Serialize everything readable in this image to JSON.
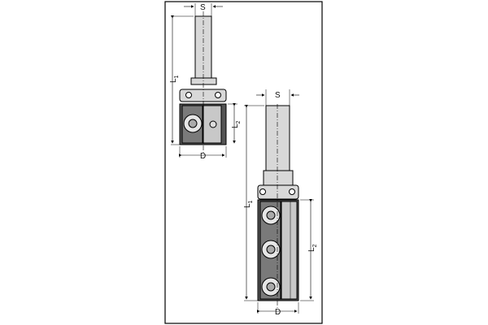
{
  "drawing": {
    "small_cutter": {
      "shank_label": "S",
      "overall_length_label": "L",
      "overall_length_sub": "1",
      "cutting_length_label": "L",
      "cutting_length_sub": "2",
      "diameter_label": "D"
    },
    "large_cutter": {
      "shank_label": "S",
      "overall_length_label": "L",
      "overall_length_sub": "1",
      "cutting_length_label": "L",
      "cutting_length_sub": "2",
      "diameter_label": "D"
    }
  },
  "colors": {
    "frame": "#000000",
    "body_dark": "#6e6e6e",
    "body_light": "#c8c8c8",
    "metal": "#d8d8d8"
  }
}
